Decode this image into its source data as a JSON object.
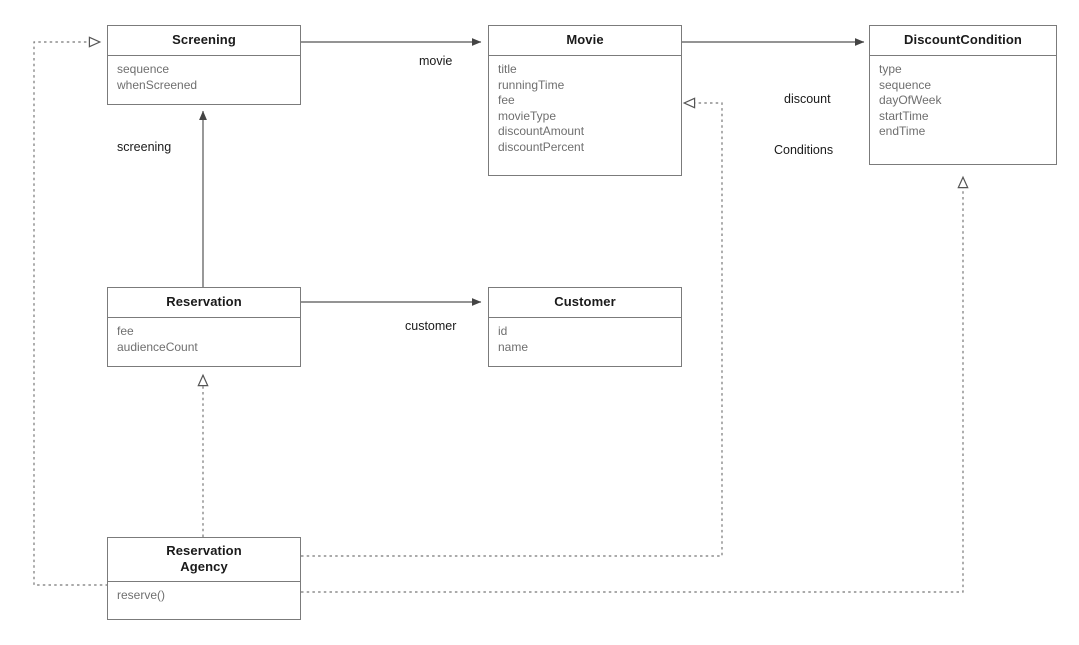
{
  "diagram": {
    "title": "Movie Reservation UML Class Diagram",
    "type": "uml-class-diagram",
    "colors": {
      "border": "#7b7b7b",
      "class_name_text": "#1a1a1a",
      "attribute_text": "#6f6f6f",
      "edge": "#555555",
      "background": "#ffffff"
    },
    "classes": [
      {
        "id": "screening",
        "name": "Screening",
        "attributes": [
          "sequence",
          "whenScreened"
        ],
        "operations": []
      },
      {
        "id": "movie",
        "name": "Movie",
        "attributes": [
          "title",
          "runningTime",
          "fee",
          "movieType",
          "discountAmount",
          "discountPercent"
        ],
        "operations": []
      },
      {
        "id": "discountCondition",
        "name": "DiscountCondition",
        "attributes": [
          "type",
          "sequence",
          "dayOfWeek",
          "startTime",
          "endTime"
        ],
        "operations": []
      },
      {
        "id": "reservation",
        "name": "Reservation",
        "attributes": [
          "fee",
          "audienceCount"
        ],
        "operations": []
      },
      {
        "id": "customer",
        "name": "Customer",
        "attributes": [
          "id",
          "name"
        ],
        "operations": []
      },
      {
        "id": "reservationAgency",
        "name": "Reservation\nAgency",
        "name_line1": "Reservation",
        "name_line2": "Agency",
        "attributes": [],
        "operations": [
          "reserve()"
        ]
      }
    ],
    "edge_labels": [
      {
        "id": "movie-label",
        "text": "movie"
      },
      {
        "id": "discount-conditions-label-line1",
        "text": "discount"
      },
      {
        "id": "discount-conditions-label-line2",
        "text": "Conditions"
      },
      {
        "id": "screening-label",
        "text": "screening"
      },
      {
        "id": "customer-label",
        "text": "customer"
      }
    ],
    "relationships": [
      {
        "from": "screening",
        "to": "movie",
        "label": "movie",
        "style": "solid",
        "arrow": "filled-arrow"
      },
      {
        "from": "movie",
        "to": "discountCondition",
        "label": "discount Conditions",
        "style": "solid",
        "arrow": "filled-arrow"
      },
      {
        "from": "reservation",
        "to": "screening",
        "label": "screening",
        "style": "solid",
        "arrow": "filled-arrow"
      },
      {
        "from": "reservation",
        "to": "customer",
        "label": "customer",
        "style": "solid",
        "arrow": "filled-arrow"
      },
      {
        "from": "reservationAgency",
        "to": "screening",
        "label": "",
        "style": "dashed",
        "arrow": "hollow-triangle"
      },
      {
        "from": "reservationAgency",
        "to": "movie",
        "label": "",
        "style": "dashed",
        "arrow": "hollow-triangle"
      },
      {
        "from": "reservationAgency",
        "to": "discountCondition",
        "label": "",
        "style": "dashed",
        "arrow": "hollow-triangle"
      },
      {
        "from": "reservationAgency",
        "to": "reservation",
        "label": "",
        "style": "dashed",
        "arrow": "hollow-triangle"
      }
    ]
  }
}
